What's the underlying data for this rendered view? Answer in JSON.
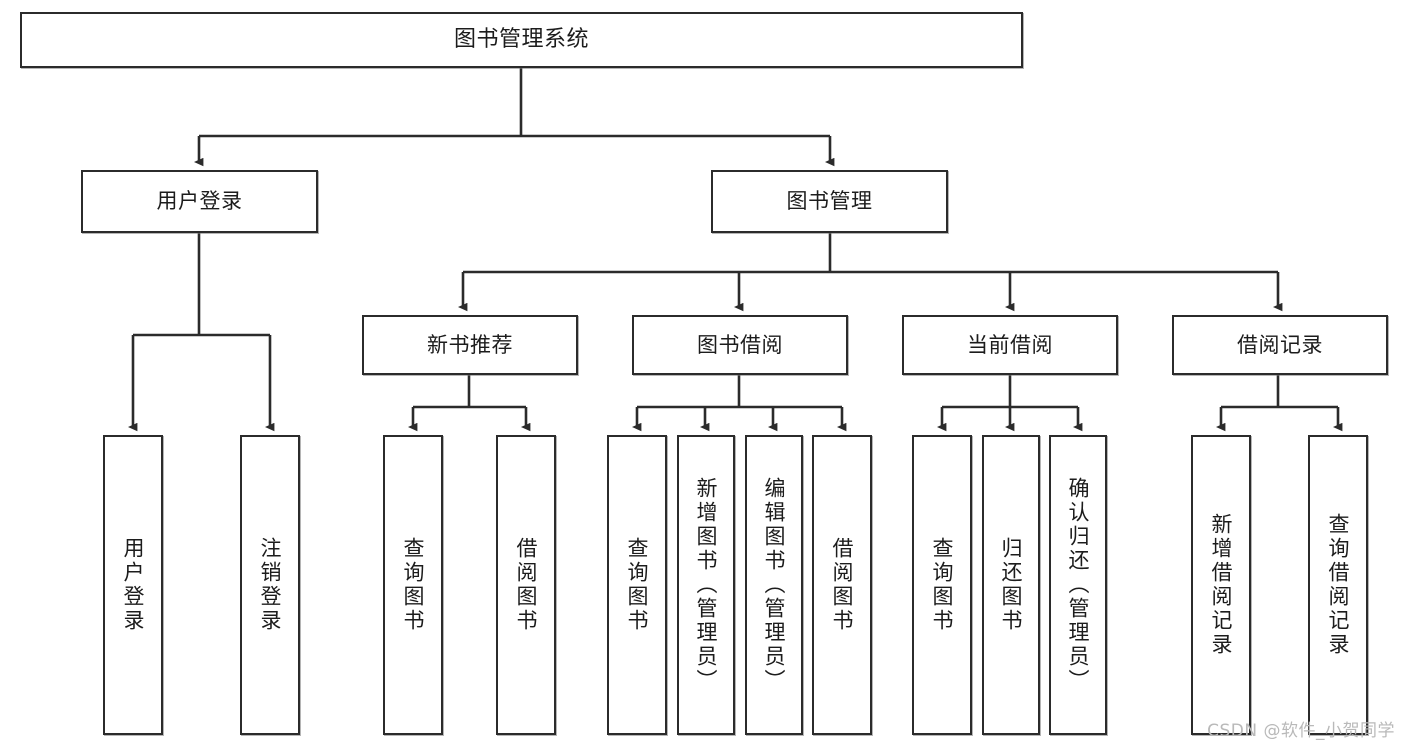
{
  "diagram": {
    "title": "图书管理系统",
    "watermark": "CSDN @软件_小贺同学",
    "colors": {
      "background": "#ffffff",
      "node_border": "#2b2b2b",
      "node_fill": "#ffffff",
      "edge": "#2b2b2b",
      "text": "#1c1c1c",
      "watermark": "#b9b9b9"
    },
    "root": {
      "label": "图书管理系统"
    },
    "level2": [
      {
        "label": "用户登录"
      },
      {
        "label": "图书管理"
      }
    ],
    "level3": [
      {
        "label": "新书推荐"
      },
      {
        "label": "图书借阅"
      },
      {
        "label": "当前借阅"
      },
      {
        "label": "借阅记录"
      }
    ],
    "leaves": {
      "user_login": [
        {
          "label": "用户登录"
        },
        {
          "label": "注销登录"
        }
      ],
      "new_book_recommend": [
        {
          "label": "查询图书"
        },
        {
          "label": "借阅图书"
        }
      ],
      "book_borrow": [
        {
          "label": "查询图书"
        },
        {
          "label": "新增图书（管理员）"
        },
        {
          "label": "编辑图书（管理员）"
        },
        {
          "label": "借阅图书"
        }
      ],
      "current_borrow": [
        {
          "label": "查询图书"
        },
        {
          "label": "归还图书"
        },
        {
          "label": "确认归还（管理员）"
        }
      ],
      "borrow_record": [
        {
          "label": "新增借阅记录"
        },
        {
          "label": "查询借阅记录"
        }
      ]
    }
  }
}
